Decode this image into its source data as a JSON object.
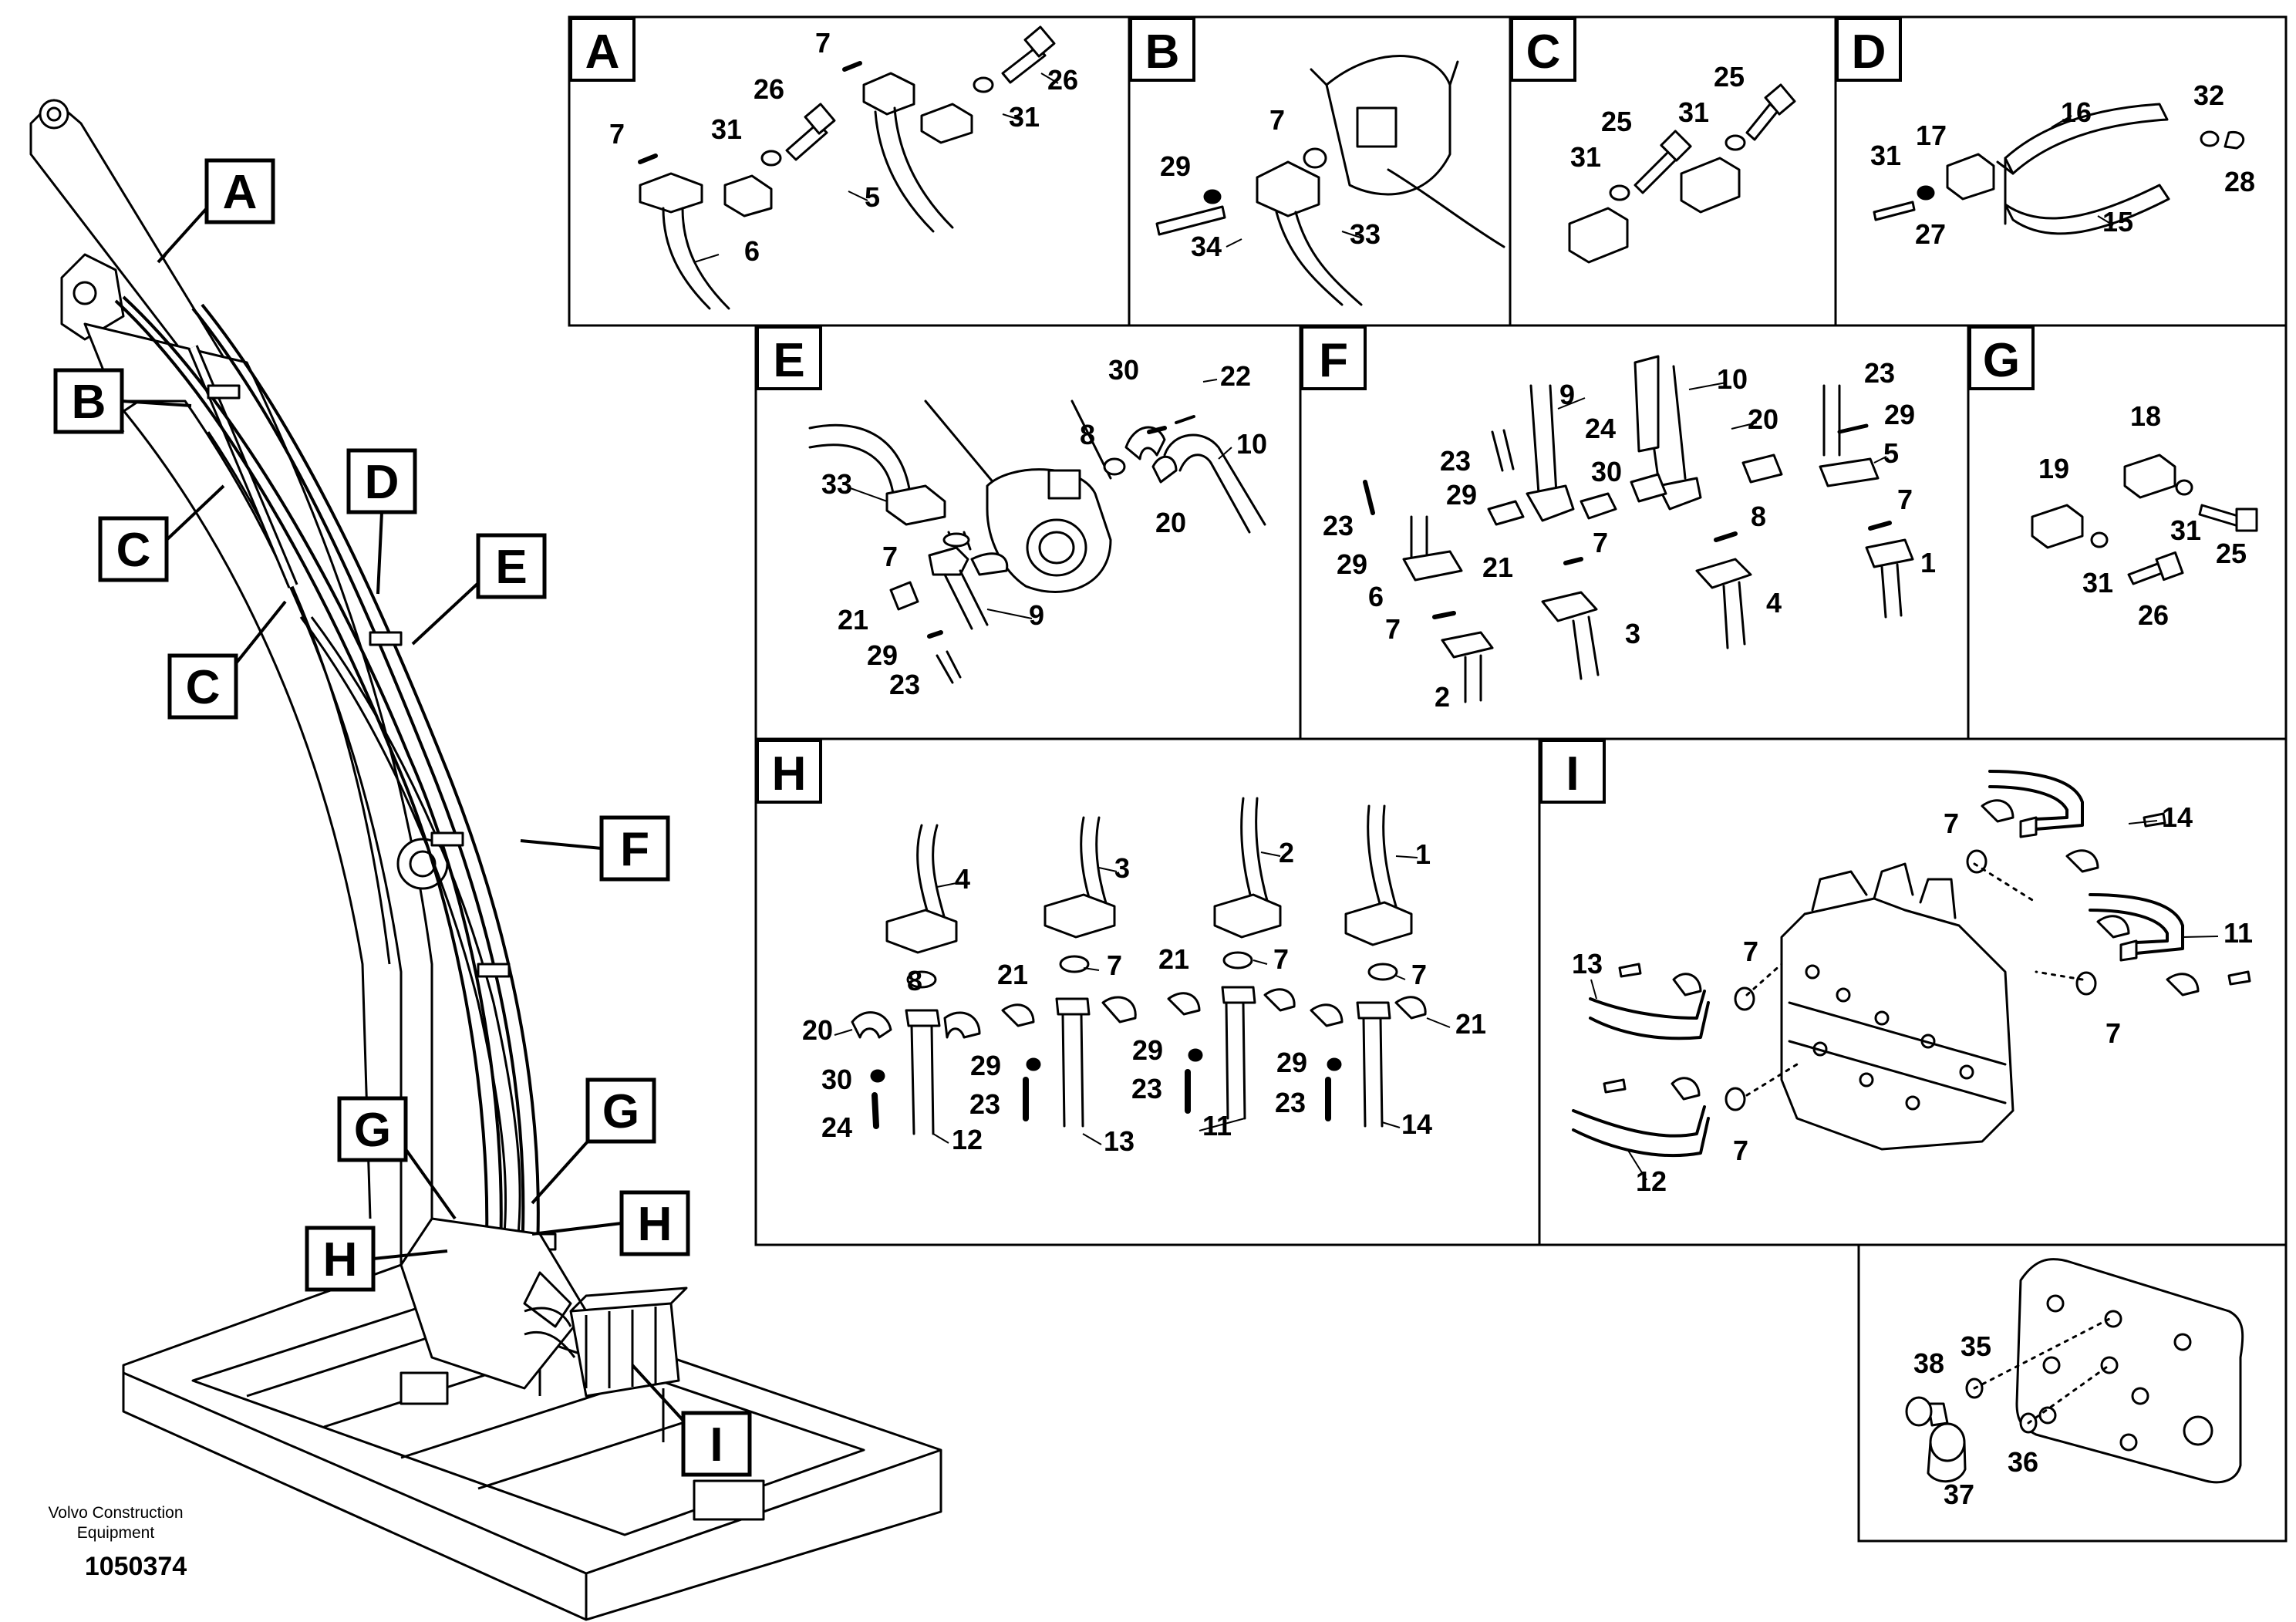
{
  "credit": {
    "line1": "Volvo Construction",
    "line2": "Equipment",
    "doc_number": "1050374"
  },
  "callouts": [
    "A",
    "B",
    "C",
    "C",
    "D",
    "E",
    "F",
    "G",
    "G",
    "H",
    "H",
    "I"
  ],
  "panels": [
    {
      "id": "A",
      "title": "A",
      "parts": [
        "7",
        "26",
        "31",
        "7",
        "26",
        "31",
        "5",
        "6"
      ]
    },
    {
      "id": "B",
      "title": "B",
      "parts": [
        "7",
        "29",
        "34",
        "33"
      ]
    },
    {
      "id": "C",
      "title": "C",
      "parts": [
        "25",
        "31",
        "25",
        "31"
      ]
    },
    {
      "id": "D",
      "title": "D",
      "parts": [
        "16",
        "17",
        "31",
        "32",
        "28",
        "27",
        "15"
      ]
    },
    {
      "id": "E",
      "title": "E",
      "parts": [
        "30",
        "22",
        "8",
        "10",
        "33",
        "20",
        "7",
        "21",
        "9",
        "29",
        "23"
      ]
    },
    {
      "id": "F",
      "title": "F",
      "parts": [
        "9",
        "10",
        "23",
        "23",
        "24",
        "20",
        "29",
        "29",
        "30",
        "5",
        "23",
        "7",
        "29",
        "21",
        "8",
        "7",
        "6",
        "1",
        "4",
        "7",
        "3",
        "2"
      ]
    },
    {
      "id": "G",
      "title": "G",
      "parts": [
        "18",
        "19",
        "31",
        "25",
        "31",
        "26"
      ]
    },
    {
      "id": "H",
      "title": "H",
      "parts": [
        "4",
        "3",
        "2",
        "1",
        "8",
        "7",
        "7",
        "7",
        "21",
        "21",
        "20",
        "21",
        "30",
        "29",
        "29",
        "29",
        "24",
        "23",
        "23",
        "23",
        "12",
        "13",
        "11",
        "14"
      ]
    },
    {
      "id": "I",
      "title": "I",
      "parts": [
        "14",
        "7",
        "11",
        "13",
        "7",
        "7",
        "12",
        "7"
      ]
    },
    {
      "id": "J",
      "title": "",
      "parts": [
        "38",
        "35",
        "36",
        "37"
      ]
    }
  ]
}
